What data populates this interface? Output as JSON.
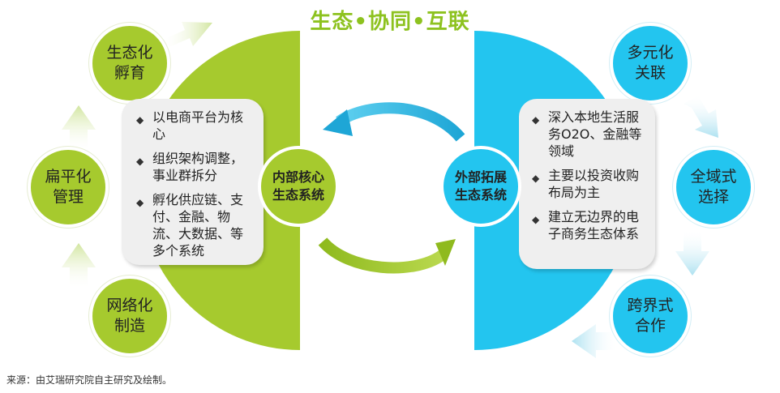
{
  "title": "生态•协同•互联",
  "left": {
    "steps": [
      {
        "label": "生态化\n孵育"
      },
      {
        "label": "扁平化\n管理"
      },
      {
        "label": "网络化\n制造"
      }
    ],
    "core": "内部核心\n生态系统",
    "bullets": [
      "以电商平台为核心",
      "组织架构调整，事业群拆分",
      "孵化供应链、支付、金融、物流、大数据、等多个系统"
    ]
  },
  "right": {
    "steps": [
      {
        "label": "多元化\n关联"
      },
      {
        "label": "全域式\n选择"
      },
      {
        "label": "跨界式\n合作"
      }
    ],
    "core": "外部拓展\n生态系统",
    "bullets": [
      "深入本地生活服务O2O、金融等领域",
      "主要以投资收购布局为主",
      "建立无边界的电子商务生态体系"
    ]
  },
  "source": "来源：由艾瑞研究院自主研究及绘制。",
  "colors": {
    "green": "#a6ca2e",
    "blue": "#23c5ef",
    "arrow_green": "#d6e9a6",
    "arrow_blue": "#b7e6f2"
  }
}
